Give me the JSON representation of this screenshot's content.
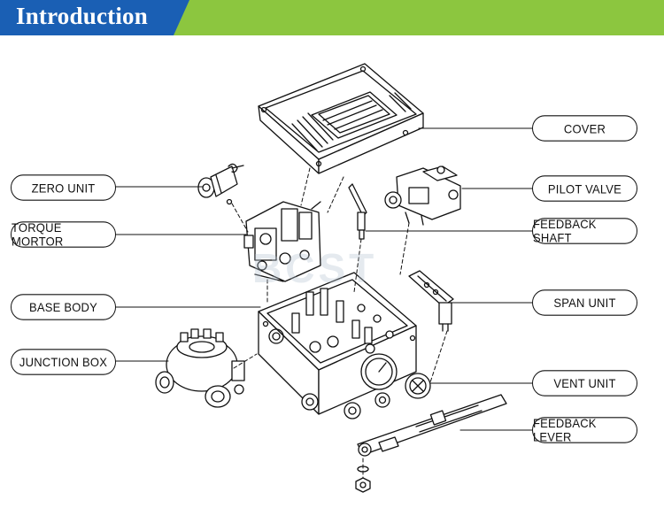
{
  "header": {
    "title": "Introduction",
    "bg_color": "#1a5fb4",
    "accent_color": "#8cc63f"
  },
  "watermark": "BCST",
  "labels": {
    "cover": "COVER",
    "zero_unit": "ZERO UNIT",
    "pilot_valve": "PILOT VALVE",
    "torque_motor": "TORQUE MORTOR",
    "feedback_shaft": "FEEDBACK SHAFT",
    "base_body": "BASE BODY",
    "span_unit": "SPAN UNIT",
    "junction_box": "JUNCTION BOX",
    "vent_unit": "VENT UNIT",
    "feedback_lever": "FEEDBACK LEVER"
  }
}
